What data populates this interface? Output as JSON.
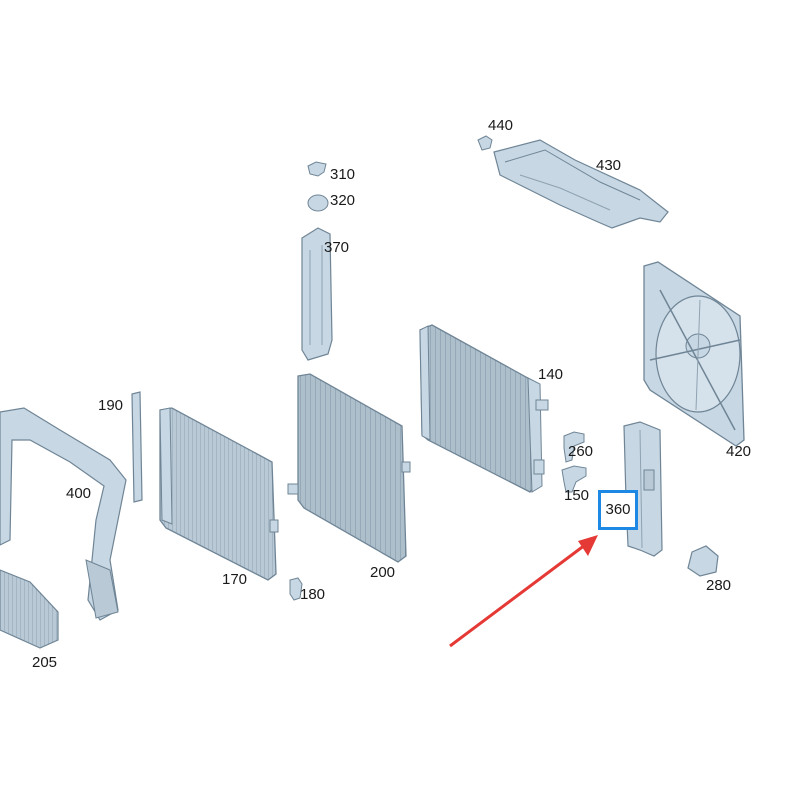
{
  "labels": {
    "p440": "440",
    "p430": "430",
    "p310": "310",
    "p320": "320",
    "p370": "370",
    "p140": "140",
    "p190": "190",
    "p400": "400",
    "p260": "260",
    "p150": "150",
    "p360": "360",
    "p420": "420",
    "p170": "170",
    "p200": "200",
    "p180": "180",
    "p280": "280",
    "p205": "205"
  },
  "highlight_color": "#1e88e5",
  "arrow_color": "#e53935",
  "part_color": "#c7d7e3",
  "part_stroke": "#6f8596"
}
